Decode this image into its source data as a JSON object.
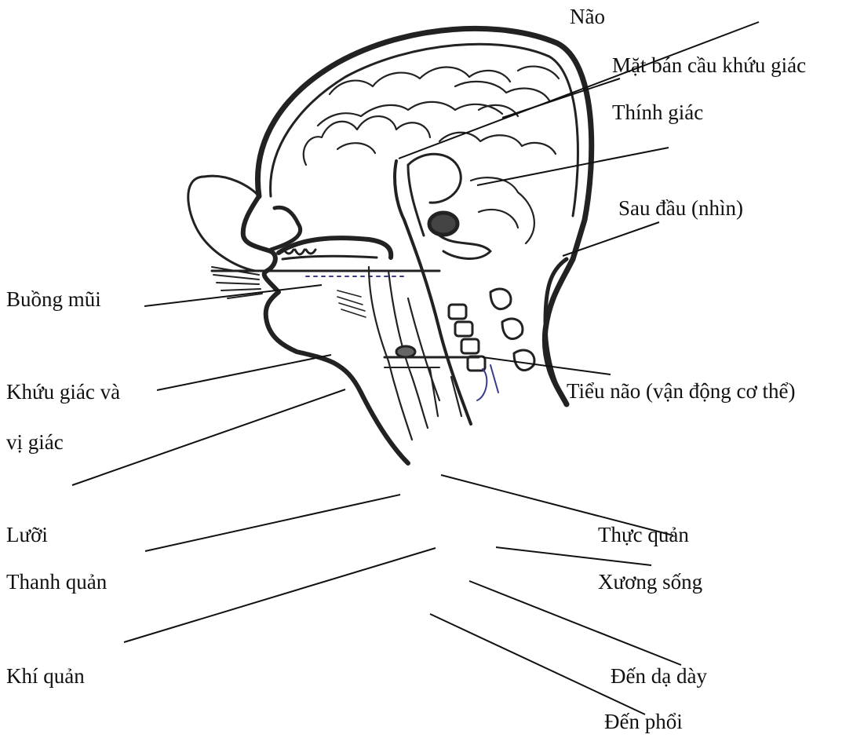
{
  "labels": {
    "nao": "Não",
    "mat_ban_cau": "Mặt bán cầu khứu giác",
    "thinh_giac": "Thính giác",
    "sau_dau": "Sau đầu (nhìn)",
    "buong_mui": "Buồng mũi",
    "tieu_nao": "Tiểu não (vận động cơ thể)",
    "khuu_giac_line1": "Khứu giác và",
    "khuu_giac_line2": "vị giác",
    "luoi": "Lưỡi",
    "thuc_quan": "Thực quản",
    "thanh_quan": "Thanh quản",
    "xuong_song": "Xương sống",
    "khi_quan": "Khí quản",
    "den_da_day": "Đến dạ dày",
    "den_phoi": "Đến phổi"
  },
  "colors": {
    "ink": "#111111",
    "paper": "#ffffff",
    "stamp": "#3a3a8c"
  }
}
